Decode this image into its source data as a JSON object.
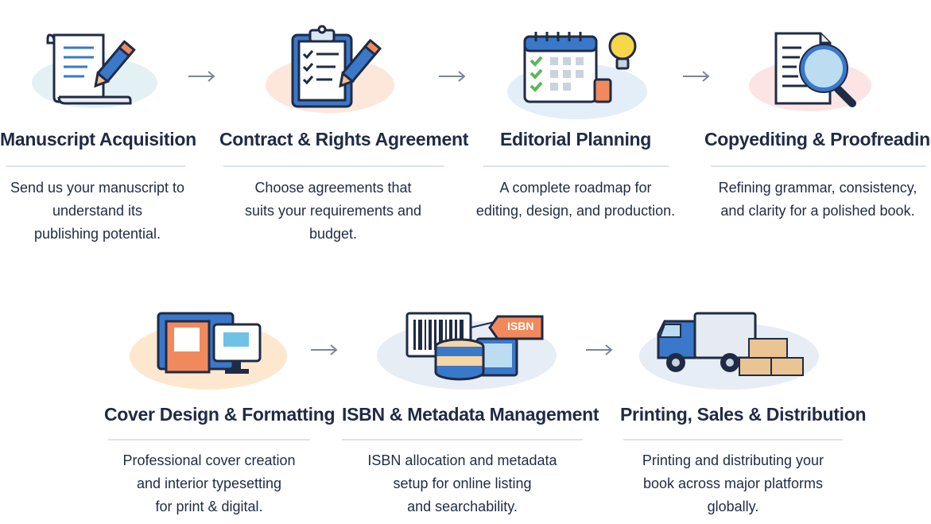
{
  "steps": [
    {
      "title": "Manuscript Acquisition",
      "desc": "Send us your manuscript to\nunderstand its\npublishing potential.",
      "icon": "manuscript-icon"
    },
    {
      "title": "Contract & Rights Agreement",
      "desc": "Choose agreements that\nsuits your requirements and budget.",
      "icon": "clipboard-icon"
    },
    {
      "title": "Editorial Planning",
      "desc": "A complete roadmap for\nediting, design, and production.",
      "icon": "calendar-icon"
    },
    {
      "title": "Copyediting & Proofreading",
      "desc": "Refining grammar, consistency,\nand clarity for a polished book.",
      "icon": "magnifier-icon"
    },
    {
      "title": "Cover Design & Formatting",
      "desc": "Professional cover creation\nand interior typesetting\nfor print & digital.",
      "icon": "monitor-icon"
    },
    {
      "title": "ISBN & Metadata Management",
      "desc": "ISBN allocation and metadata\nsetup for online listing\nand searchability.",
      "icon": "barcode-icon"
    },
    {
      "title": "Printing, Sales & Distribution",
      "desc": "Printing and distributing your\nbook across major platforms\nglobally.",
      "icon": "truck-icon"
    }
  ],
  "isbn_tag": "ISBN",
  "colors": {
    "navy": "#1f2b45",
    "blue": "#3a78c9",
    "orange": "#f08a5d",
    "green": "#5cb85c",
    "yellow": "#f7d64a"
  }
}
